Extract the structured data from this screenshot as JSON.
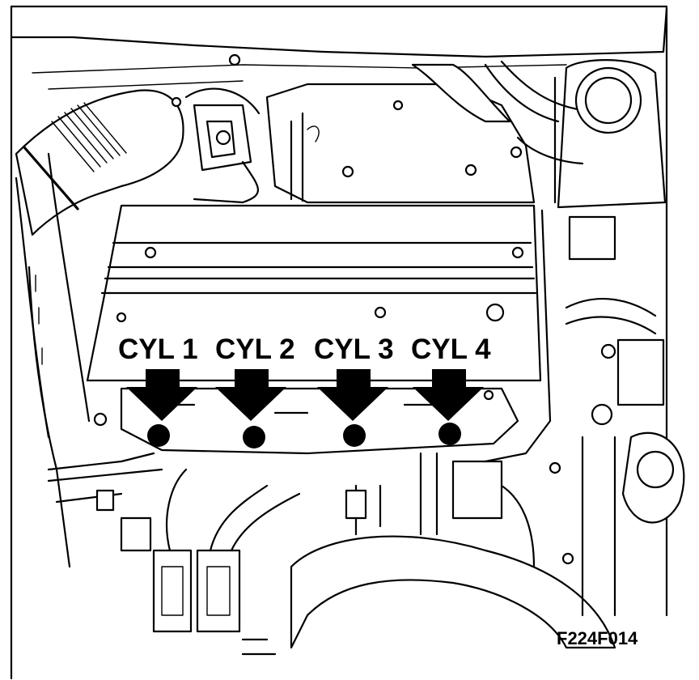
{
  "figure": {
    "code": "F224F014"
  },
  "cylinders": [
    {
      "label": "CYL 1"
    },
    {
      "label": "CYL 2"
    },
    {
      "label": "CYL 3"
    },
    {
      "label": "CYL 4"
    }
  ]
}
